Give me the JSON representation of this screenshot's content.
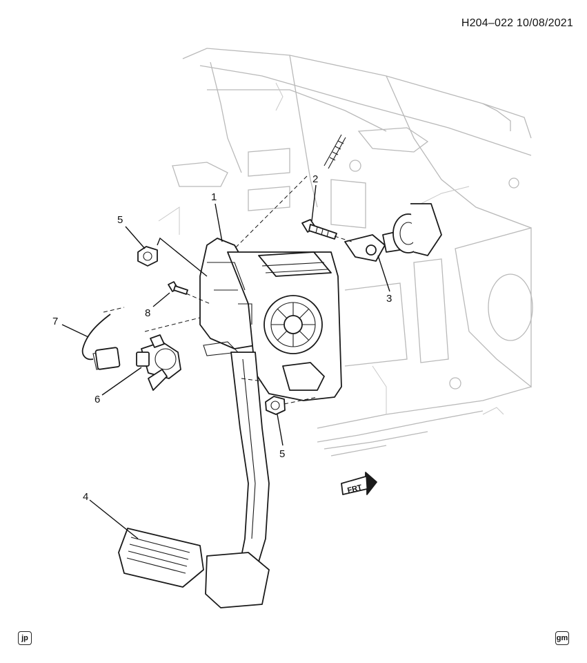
{
  "header": {
    "doc_id": "H204–022 10/08/2021"
  },
  "callouts": {
    "c1": "1",
    "c2": "2",
    "c3": "3",
    "c4": "4",
    "c5a": "5",
    "c5b": "5",
    "c6": "6",
    "c7": "7",
    "c8": "8"
  },
  "direction": {
    "label": "FRT"
  },
  "footer": {
    "left_badge": "jp",
    "right_badge": "gm"
  }
}
